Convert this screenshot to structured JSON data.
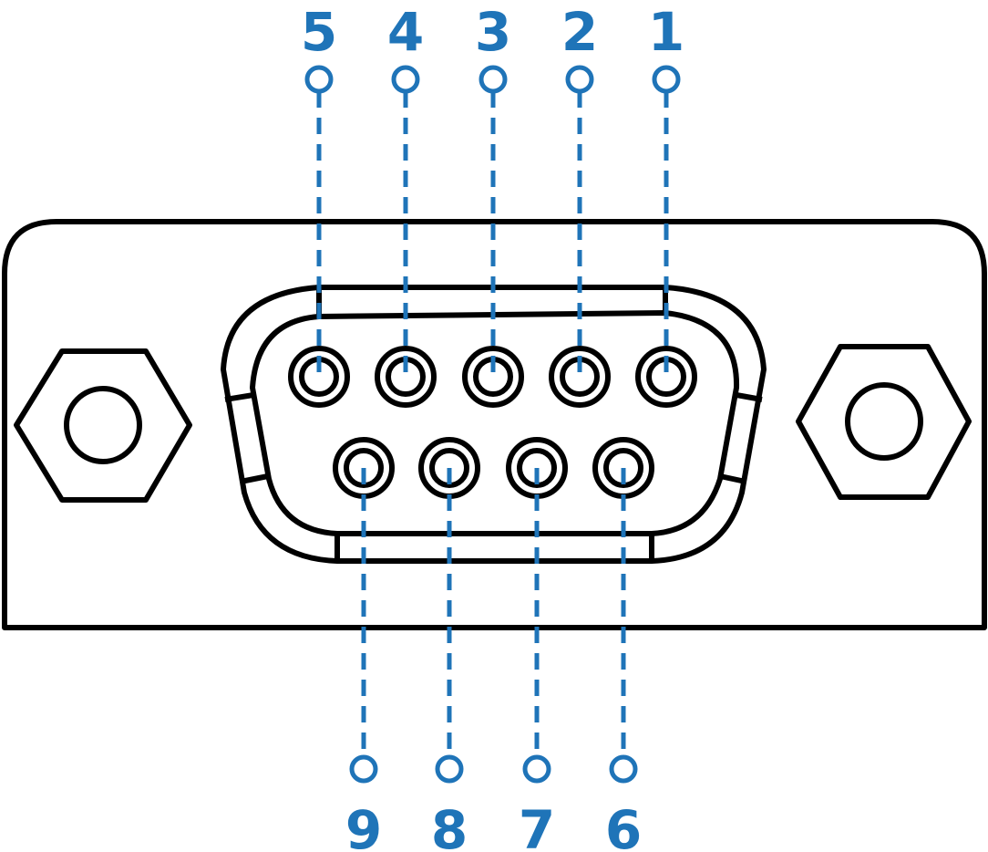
{
  "diagram": {
    "type": "DB9 connector pinout",
    "pin_color": "#1f74b8",
    "top_row": [
      {
        "label": "5"
      },
      {
        "label": "4"
      },
      {
        "label": "3"
      },
      {
        "label": "2"
      },
      {
        "label": "1"
      }
    ],
    "bottom_row": [
      {
        "label": "9"
      },
      {
        "label": "8"
      },
      {
        "label": "7"
      },
      {
        "label": "6"
      }
    ]
  }
}
